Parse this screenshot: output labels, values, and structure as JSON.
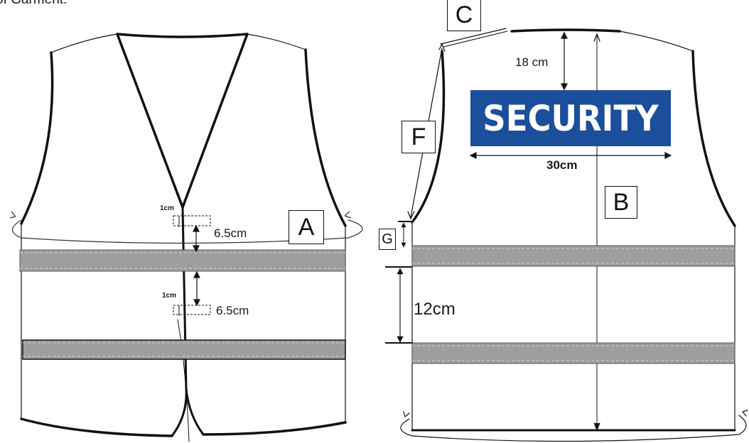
{
  "header": {
    "caption": "of Garment:"
  },
  "front": {
    "pocket_width_1": "1cm",
    "pocket_gap_1": "6.5cm",
    "pocket_width_2": "1cm",
    "pocket_gap_2": "6.5cm",
    "label_a": "A"
  },
  "back": {
    "label_c": "C",
    "label_f": "F",
    "label_g": "G",
    "label_b": "B",
    "logo_offset": "18 cm",
    "logo_text": "SECURITY",
    "logo_width": "30cm",
    "stripe_gap": "12cm"
  },
  "colors": {
    "logo_bg": "#1b4e9b",
    "logo_text": "#ffffff",
    "stripe_fill": "#9e9e9e",
    "outline": "#111111"
  }
}
